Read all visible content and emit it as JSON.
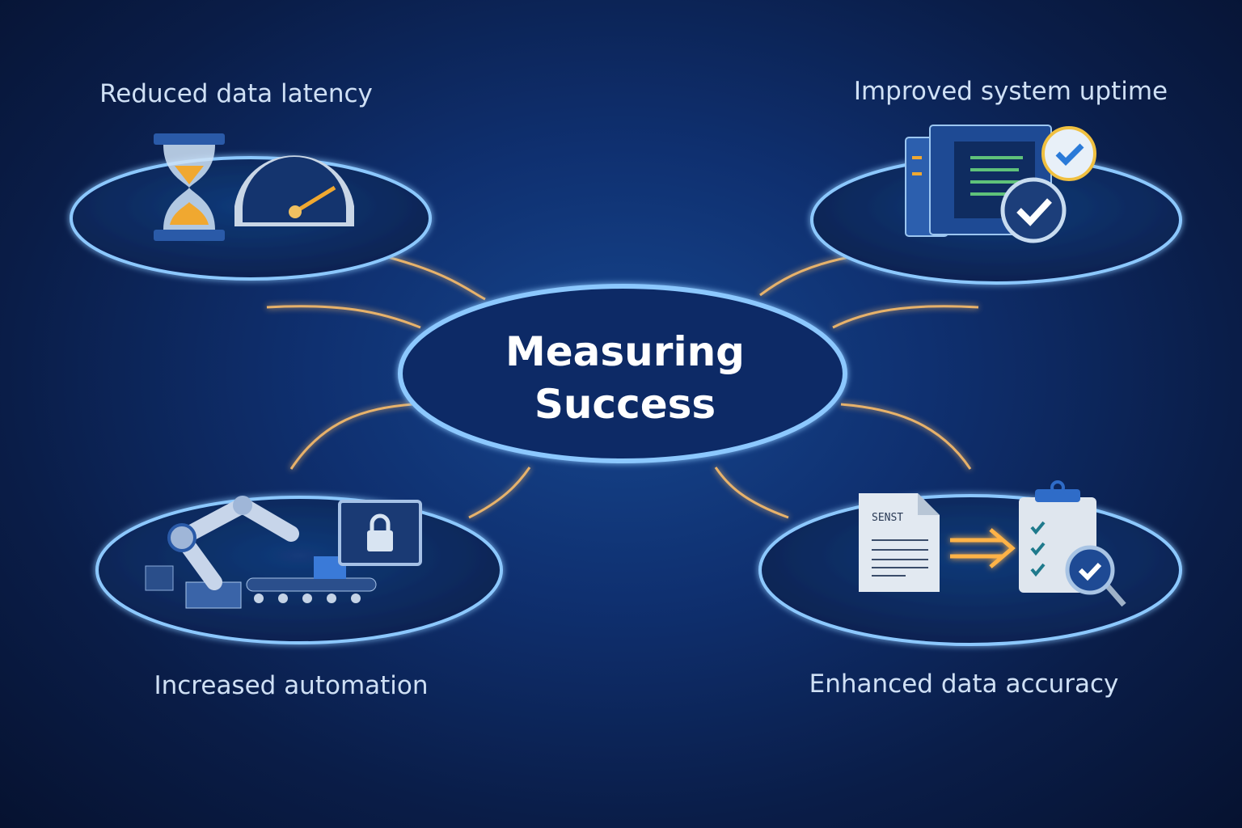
{
  "center": {
    "line1": "Measuring",
    "line2": "Success"
  },
  "metrics": [
    {
      "label": "Reduced data latency",
      "icons": [
        "hourglass-icon",
        "speedometer-icon"
      ]
    },
    {
      "label": "Improved system uptime",
      "icons": [
        "server-icon",
        "checkmark-badge-icon"
      ]
    },
    {
      "label": "Increased automation",
      "icons": [
        "robotic-arm-icon",
        "conveyor-icon",
        "lock-monitor-icon"
      ]
    },
    {
      "label": "Enhanced data accuracy",
      "icons": [
        "document-icon",
        "arrow-icon",
        "checklist-clipboard-icon",
        "magnifier-check-icon"
      ]
    }
  ],
  "document_text": "SENST",
  "colors": {
    "glow_blue": "#5fb4ff",
    "glow_orange": "#ffb347",
    "background": "#0f3070"
  }
}
